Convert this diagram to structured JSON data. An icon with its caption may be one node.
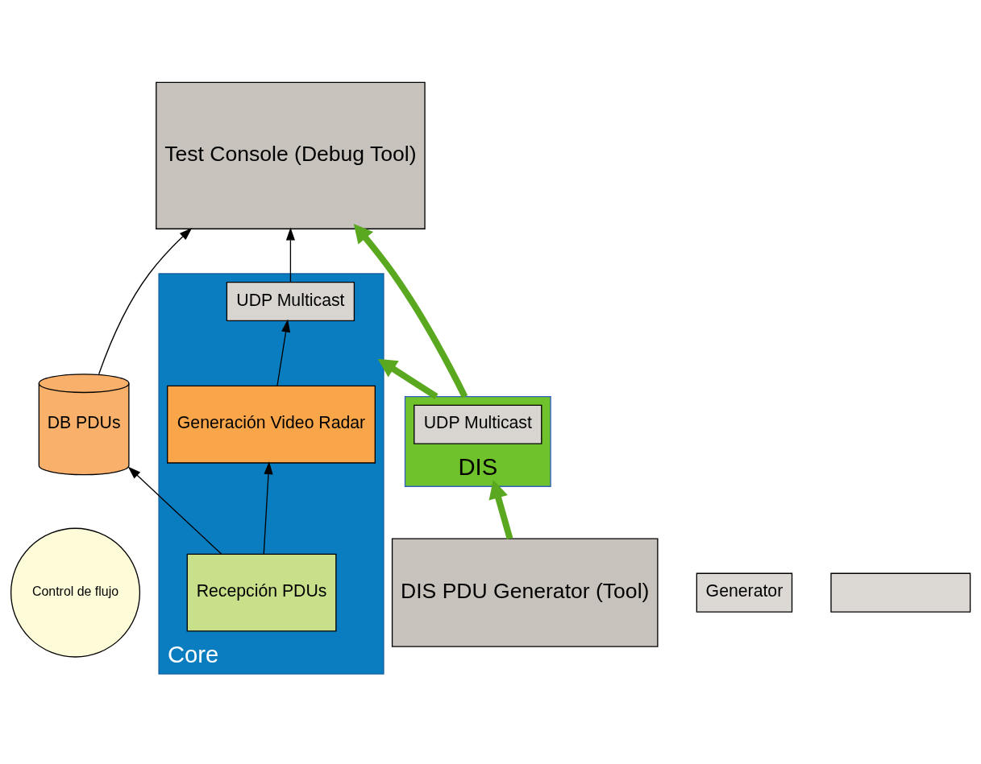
{
  "diagram": {
    "nodes": [
      {
        "text": [
          "Control de flujo"
        ]
      },
      {
        "text": [
          "Core"
        ]
      },
      {
        "text": [
          "UDP Multicast"
        ],
        "in": 1
      },
      {
        "text": [
          "Recepción PDUs"
        ],
        "in": 1
      },
      {
        "text": [
          "Generación Video Radar"
        ],
        "in": 1
      },
      {
        "text": [
          "Test Console (Debug Tool)"
        ]
      },
      {
        "text": [
          "DB PDUs"
        ]
      },
      {
        "text": [
          "DIS"
        ]
      },
      {
        "text": [
          "UDP Multicast"
        ],
        "in": 7
      },
      {
        "text": [
          "DIS PDU Generator (Tool)"
        ]
      },
      {
        "text": [
          "Generator"
        ]
      },
      {
        "text": [],
        "shape": "box"
      }
    ],
    "edges": [
      {
        "from": 2,
        "to": 5,
        "arrow": "to"
      },
      {
        "from": 3,
        "to": 6,
        "arrow": "to"
      },
      {
        "from": 6,
        "to": 5,
        "arrow": "to"
      },
      {
        "from": 3,
        "to": 4,
        "arrow": "to"
      },
      {
        "from": 4,
        "to": 2,
        "arrow": "to"
      },
      {
        "from": 7,
        "to": 5,
        "arrow": "to",
        "style": "thick",
        "color": "#5aa820"
      },
      {
        "from": 7,
        "to": 1,
        "arrow": "to",
        "style": "thick",
        "color": "#5aa820"
      },
      {
        "from": 9,
        "to": 7,
        "arrow": "to",
        "style": "thick",
        "color": "#5aa820"
      }
    ]
  }
}
